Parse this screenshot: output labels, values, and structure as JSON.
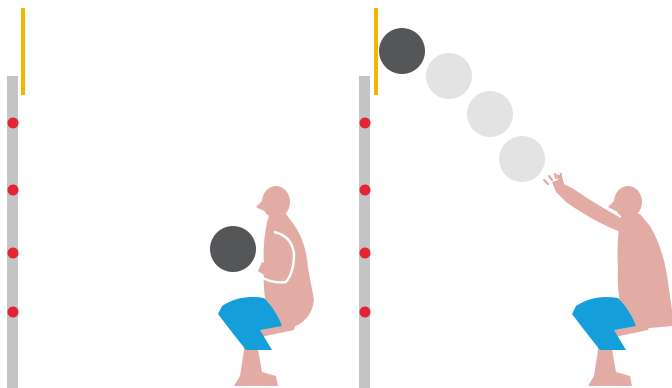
{
  "colors": {
    "background": "#ffffff",
    "wall": "#c4c4c6",
    "target_marker": "#f2b600",
    "wall_dot": "#e52432",
    "ball": "#555658",
    "ball_ghost": "#e3e3e4",
    "skin": "#e2aca4",
    "skin_highlight": "#ffffff",
    "shorts": "#149fdb"
  },
  "panels": [
    {
      "id": "start-position",
      "ball_visible_in_hands": true,
      "arms": "holding-ball-at-chest",
      "wall_dots": 4
    },
    {
      "id": "throw-position",
      "ball_visible_in_hands": false,
      "arms": "extended-overhead",
      "wall_dots": 4,
      "ball_trajectory_steps": 4
    }
  ],
  "icons": [
    "wall-ball-icon",
    "athlete-figure-icon",
    "medicine-ball-icon",
    "target-line-icon"
  ]
}
